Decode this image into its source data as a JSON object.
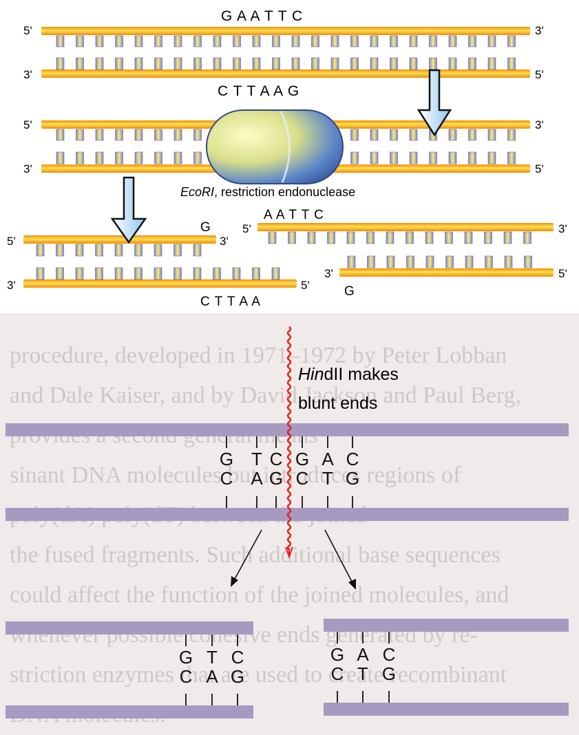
{
  "top_diagram": {
    "strand1": {
      "top_seq": "G A A T T C",
      "bottom_seq": "C T T A A G",
      "left_top": "5'",
      "right_top": "3'",
      "left_bottom": "3'",
      "right_bottom": "5'"
    },
    "strand2": {
      "left_top": "5'",
      "right_top": "3'",
      "left_bottom": "3'",
      "right_bottom": "5'"
    },
    "enzyme_label_italic": "EcoRI",
    "enzyme_label_rest": ", restriction endonuclease",
    "fragment_left": {
      "top_seq": "G",
      "bottom_seq": "C T T A A",
      "left_top": "5'",
      "right_top": "3'",
      "left_bottom": "3'",
      "right_bottom": "5'"
    },
    "fragment_right": {
      "top_seq": "A A T T C",
      "bottom_seq": "G",
      "left_top": "5'",
      "right_top": "3'",
      "left_bottom": "3'",
      "right_bottom": "5'"
    },
    "colors": {
      "backbone": "#f7a11a",
      "backbone_highlight": "#ffe04a",
      "base": "#8a9ad8",
      "base_highlight": "#ffe36a",
      "arrow": "#a8d4f4"
    }
  },
  "bottom_diagram": {
    "label_italic": "Hin",
    "label_rest": "dII makes",
    "label_line2": "blunt ends",
    "seq_top": [
      "G",
      "T",
      "C",
      "G",
      "A",
      "C"
    ],
    "seq_bottom": [
      "C",
      "A",
      "G",
      "C",
      "T",
      "G"
    ],
    "left_product": {
      "top": [
        "G",
        "T",
        "C"
      ],
      "bottom": [
        "C",
        "A",
        "G"
      ]
    },
    "right_product": {
      "top": [
        "G",
        "A",
        "C"
      ],
      "bottom": [
        "C",
        "T",
        "G"
      ]
    },
    "colors": {
      "strand": "#a79ac0",
      "cut_line": "#e0241c"
    },
    "background_text": [
      "procedure, developed in 1971–1972 by Peter Lobban",
      "and Dale Kaiser, and by David Jackson and Paul Berg,",
      "provides a second general means",
      "sinant DNA molecules but introduces regions of",
      "poly(dA) poly(dT) between the joined",
      "the fused fragments. Such additional base sequences",
      "could affect the function of the joined molecules, and",
      "whenever possible cohesive ends generated by re-",
      "striction enzymes that are used to create recombinant",
      "DNA molecules."
    ]
  }
}
